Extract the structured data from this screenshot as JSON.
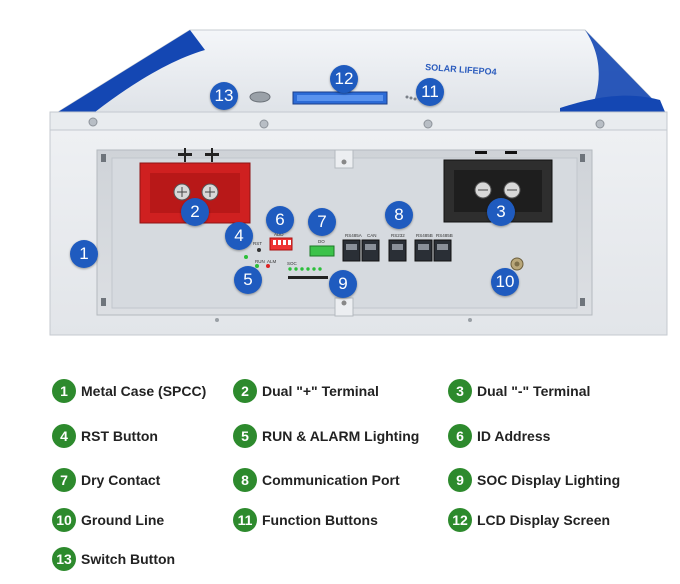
{
  "markers": [
    {
      "num": "1"
    },
    {
      "num": "2"
    },
    {
      "num": "3"
    },
    {
      "num": "4"
    },
    {
      "num": "5"
    },
    {
      "num": "6"
    },
    {
      "num": "7"
    },
    {
      "num": "8"
    },
    {
      "num": "9"
    },
    {
      "num": "10"
    },
    {
      "num": "11"
    },
    {
      "num": "12"
    },
    {
      "num": "13"
    }
  ],
  "panel_labels": {
    "rst": "RST",
    "run": "RUN",
    "alm": "ALM",
    "addr": "ADD",
    "soc": "SOC",
    "do": "DO",
    "rs485a": "RS485A",
    "can": "CAN",
    "rs232": "RS232",
    "rs485b_1": "RS485B",
    "rs485b_2": "RS485B"
  },
  "top_text": "SOLAR LIFEPO4",
  "colors": {
    "marker": "#1f5bbf",
    "legend_badge": "#2d8a2d",
    "positive": "#d42a2a",
    "negative": "#2a2a2a"
  },
  "legend": [
    {
      "num": "1",
      "text": "Metal Case (SPCC)"
    },
    {
      "num": "2",
      "text": "Dual \"+\" Terminal"
    },
    {
      "num": "3",
      "text": "Dual \"-\" Terminal"
    },
    {
      "num": "4",
      "text": "RST Button"
    },
    {
      "num": "5",
      "text": "RUN & ALARM Lighting"
    },
    {
      "num": "6",
      "text": "ID Address"
    },
    {
      "num": "7",
      "text": "Dry Contact"
    },
    {
      "num": "8",
      "text": "Communication Port"
    },
    {
      "num": "9",
      "text": "SOC Display Lighting"
    },
    {
      "num": "10",
      "text": "Ground Line"
    },
    {
      "num": "11",
      "text": "Function Buttons"
    },
    {
      "num": "12",
      "text": "LCD Display Screen"
    },
    {
      "num": "13",
      "text": "Switch Button"
    }
  ]
}
